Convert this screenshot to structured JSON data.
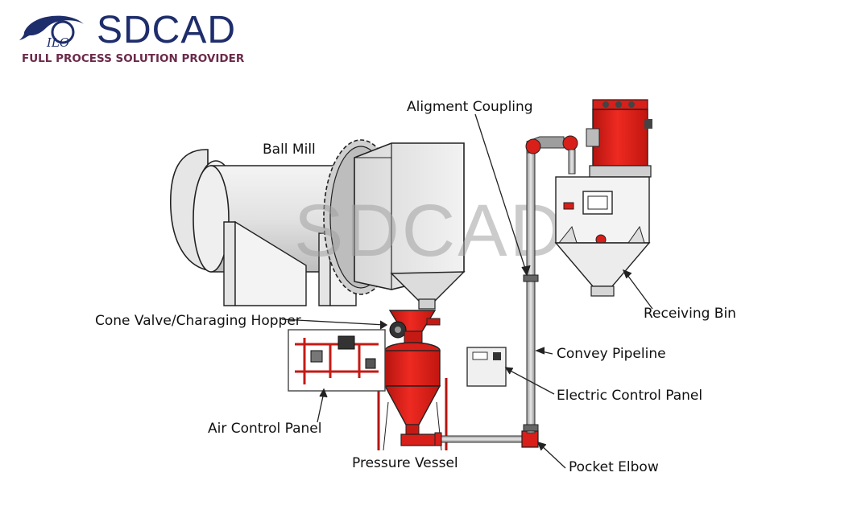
{
  "brand": {
    "name": "SDCAD",
    "tagline": "FULL PROCESS SOLUTION PROVIDER",
    "logo_letters": "ILO"
  },
  "watermark": "SDCAD",
  "labels": {
    "aligment_coupling": "Aligment Coupling",
    "ball_mill": "Ball Mill",
    "cone_valve": "Cone Valve/Charaging Hopper",
    "air_control_panel": "Air Control Panel",
    "pressure_vessel": "Pressure Vessel",
    "receiving_bin": "Receiving Bin",
    "convey_pipeline": "Convey Pipeline",
    "electric_control_panel": "Electric Control Panel",
    "pocket_elbow": "Pocket Elbow"
  },
  "colors": {
    "equipment_red": "#e8211c",
    "brand_blue": "#1e2d6b",
    "tagline": "#6b2a4a"
  }
}
